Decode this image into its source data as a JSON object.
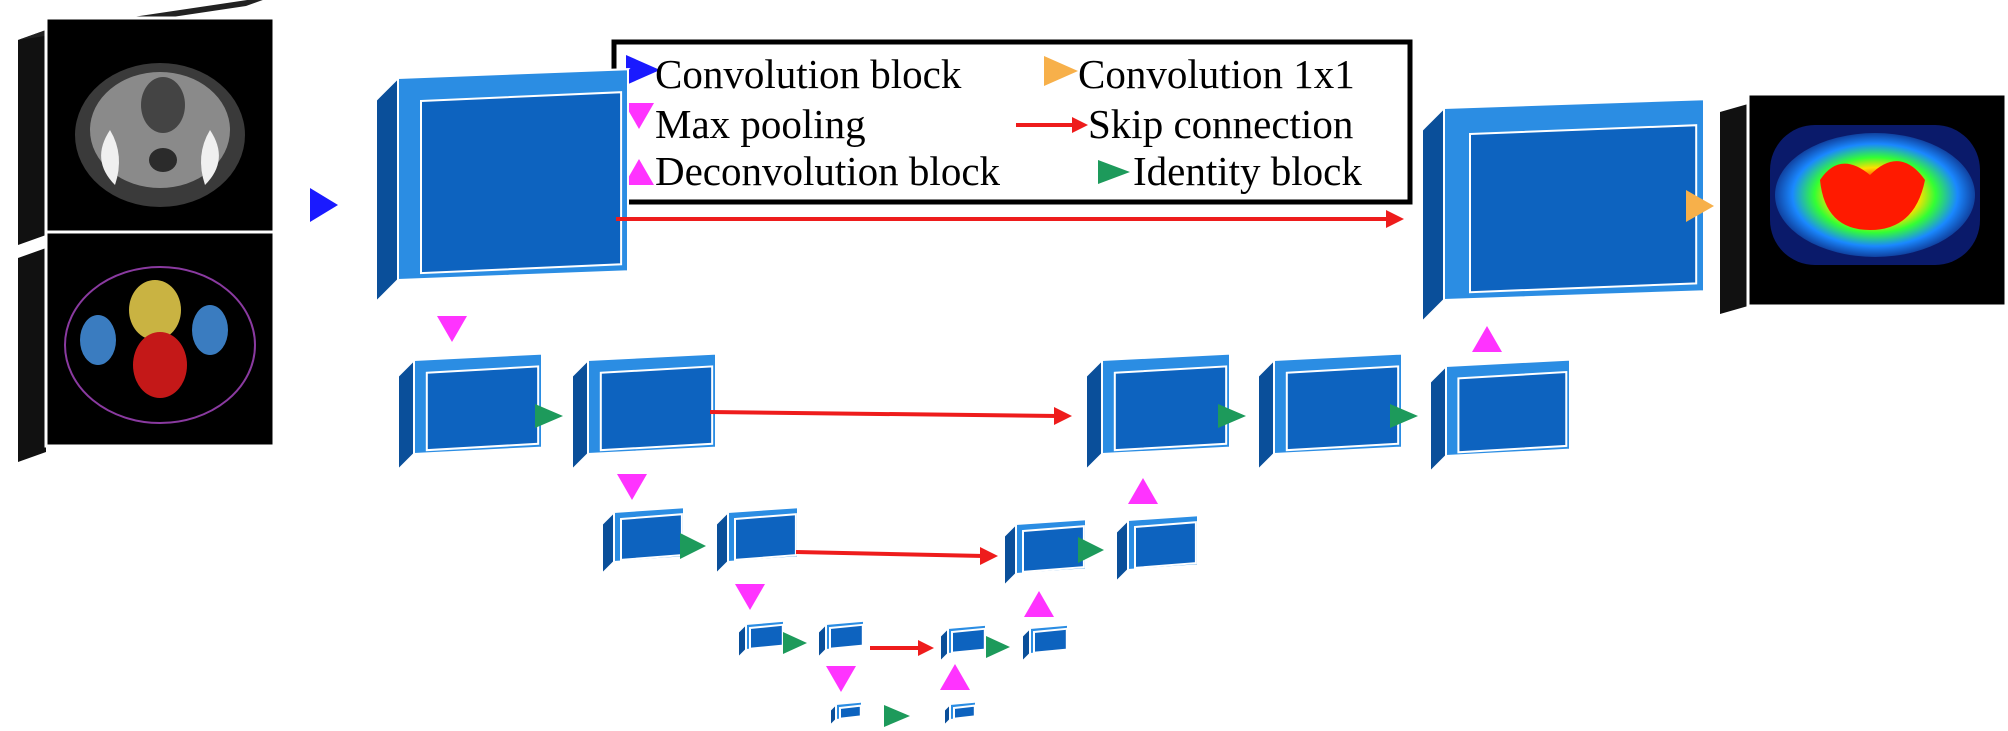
{
  "legend": {
    "items": [
      {
        "key": "conv",
        "label": "Convolution block",
        "color": "#1a1aff",
        "icon": "triangle-right"
      },
      {
        "key": "conv1x1",
        "label": "Convolution 1x1",
        "color": "#f7b04a",
        "icon": "triangle-right"
      },
      {
        "key": "maxpool",
        "label": "Max pooling",
        "color": "#ff33ff",
        "icon": "triangle-down"
      },
      {
        "key": "skip",
        "label": "Skip connection",
        "color": "#ee1c1c",
        "icon": "arrow-right"
      },
      {
        "key": "deconv",
        "label": "Deconvolution block",
        "color": "#ff33ff",
        "icon": "triangle-up"
      },
      {
        "key": "identity",
        "label": "Identity block",
        "color": "#1d9a5b",
        "icon": "triangle-right"
      }
    ]
  },
  "colors": {
    "block_front": "#0d63bf",
    "block_face": "#2b8de3",
    "block_side": "#0a4f9a",
    "block_top": "#3aa2ef",
    "frame": "#000000"
  }
}
